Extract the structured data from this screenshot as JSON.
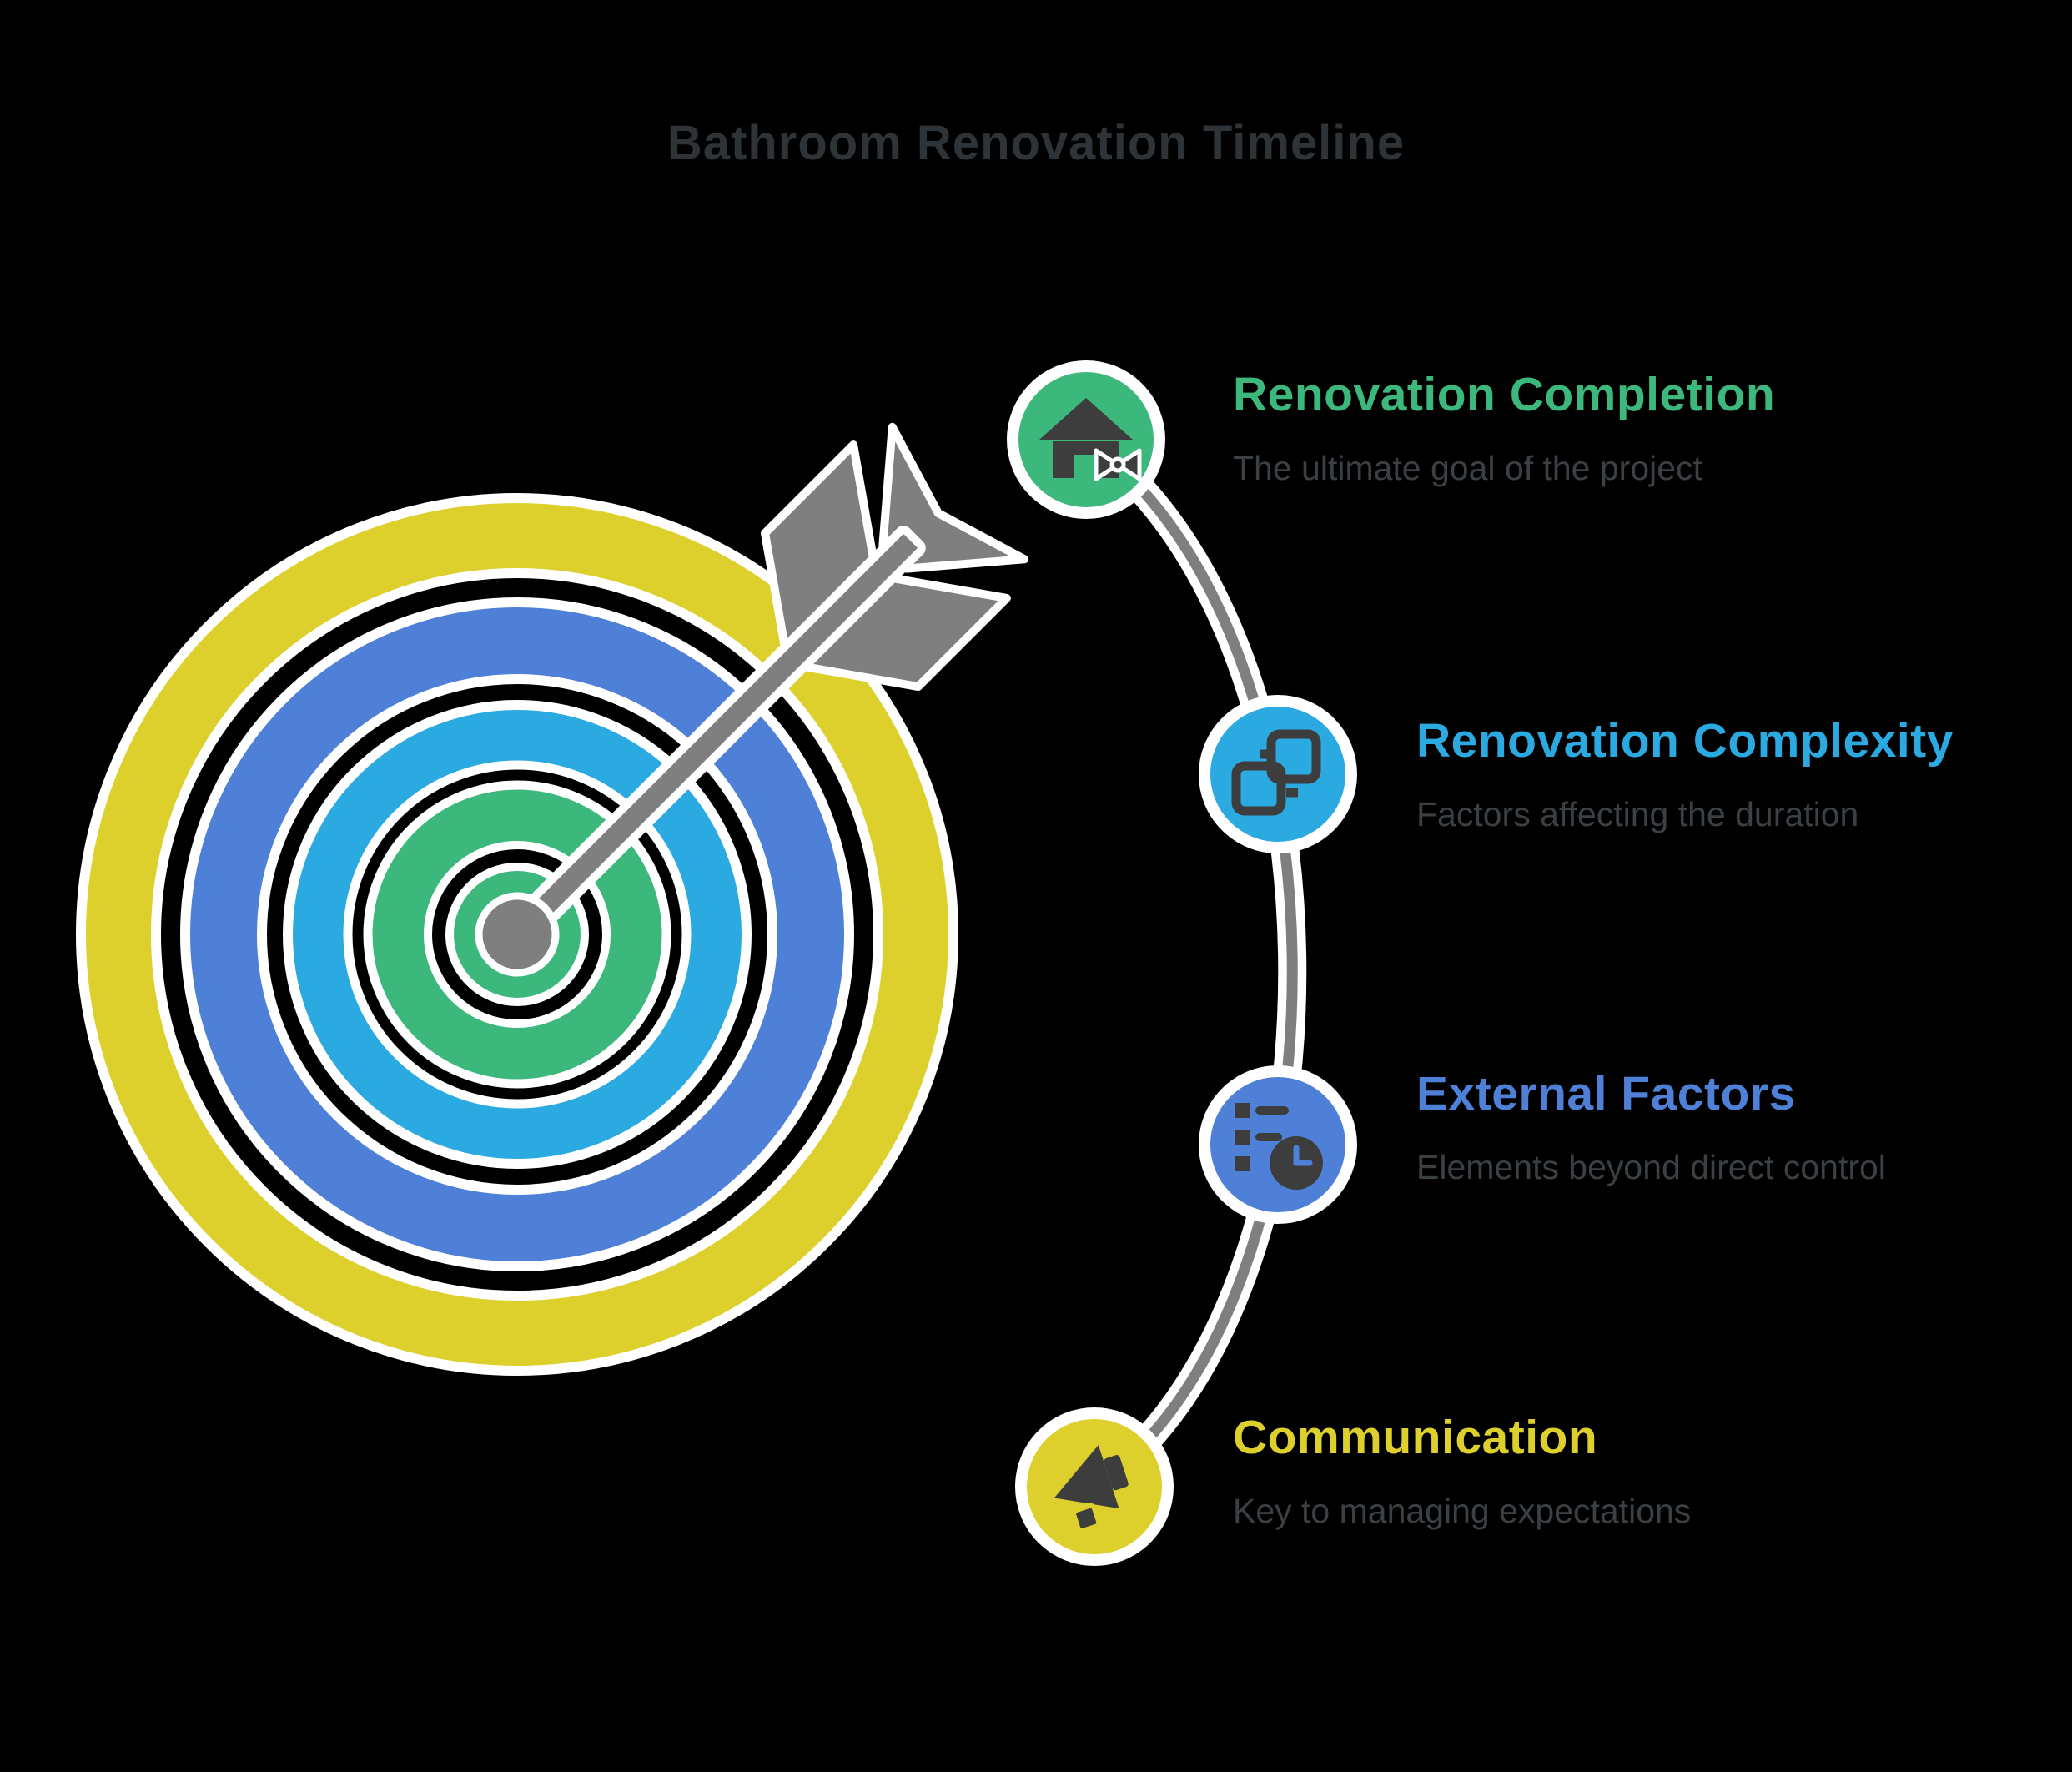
{
  "title": "Bathroom Renovation Timeline",
  "colors": {
    "background": "#000000",
    "outline": "#ffffff",
    "yellow": "#ddd02d",
    "blue": "#4e80d8",
    "cyan": "#2baae2",
    "green": "#3cb87d",
    "gray": "#7f7f7f",
    "icon_dark": "#3d3d3d",
    "title_text": "#2e3337",
    "description_text": "#3b4045"
  },
  "target": {
    "rings_outer_to_inner": [
      "yellow",
      "blue",
      "cyan",
      "green"
    ]
  },
  "timeline": {
    "items": [
      {
        "title": "Renovation Completion",
        "description": "The ultimate goal of the project",
        "icon": "house-ribbon-icon",
        "color": "#3cb87d"
      },
      {
        "title": "Renovation Complexity",
        "description": "Factors affecting the duration",
        "icon": "puzzle-blocks-icon",
        "color": "#2baae2"
      },
      {
        "title": "External Factors",
        "description": "Elements beyond direct control",
        "icon": "checklist-clock-icon",
        "color": "#4e80d8"
      },
      {
        "title": "Communication",
        "description": "Key to managing expectations",
        "icon": "megaphone-icon",
        "color": "#ddd02d"
      }
    ]
  }
}
